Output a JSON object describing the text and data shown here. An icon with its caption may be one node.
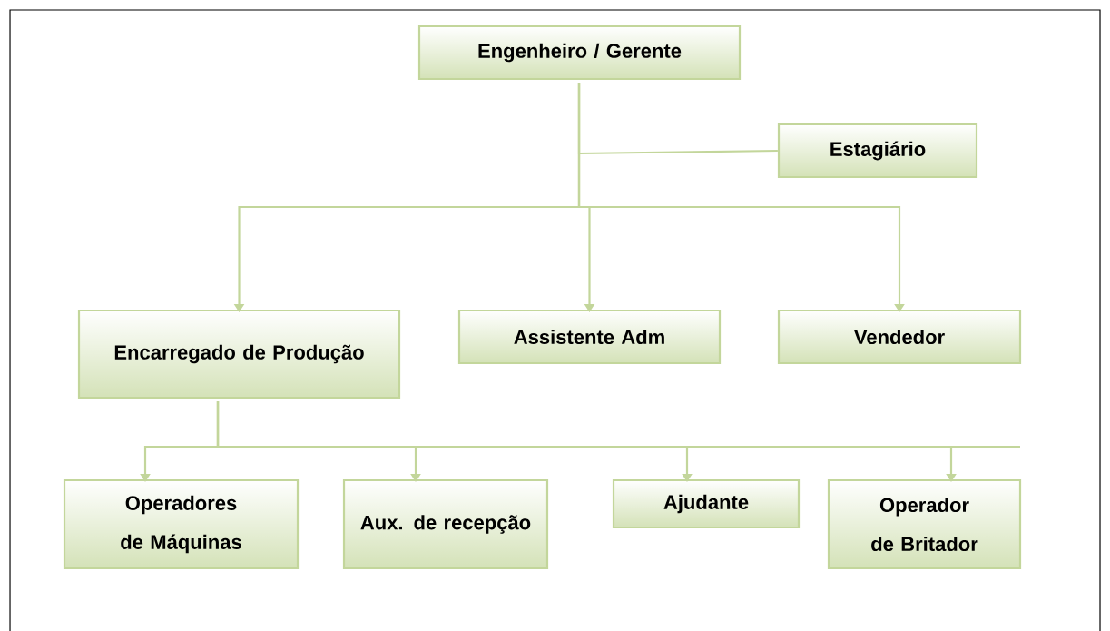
{
  "diagram": {
    "nodes": [
      {
        "text": [
          "Engenheiro / Gerente"
        ]
      },
      {
        "text": [
          "Estagiário"
        ]
      },
      {
        "text": [
          "Encarregado de Produção"
        ]
      },
      {
        "text": [
          "Assistente Adm"
        ]
      },
      {
        "text": [
          "Vendedor"
        ]
      },
      {
        "text": [
          "Operadores de Máquinas"
        ]
      },
      {
        "text": [
          "Aux. de recepção"
        ]
      },
      {
        "text": [
          "Ajudante"
        ]
      },
      {
        "text": [
          "Operador de Britador"
        ]
      }
    ],
    "edges": [
      {
        "from": 0,
        "to": 1,
        "arrow": "none"
      },
      {
        "from": 0,
        "to": 2,
        "arrow": "to"
      },
      {
        "from": 0,
        "to": 3,
        "arrow": "to"
      },
      {
        "from": 0,
        "to": 4,
        "arrow": "to"
      },
      {
        "from": 2,
        "to": 5,
        "arrow": "to"
      },
      {
        "from": 2,
        "to": 6,
        "arrow": "to"
      },
      {
        "from": 2,
        "to": 7,
        "arrow": "to"
      },
      {
        "from": 2,
        "to": 8,
        "arrow": "to"
      }
    ]
  }
}
